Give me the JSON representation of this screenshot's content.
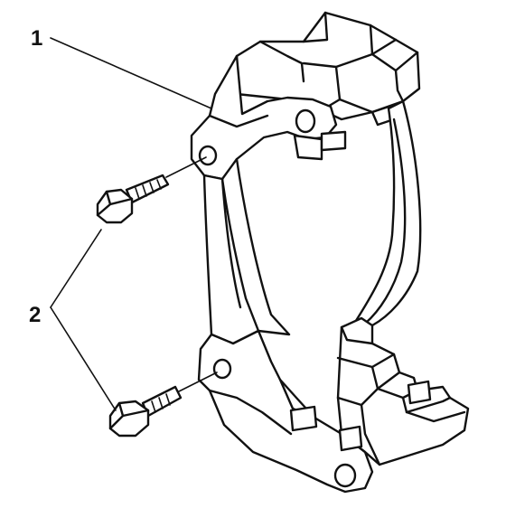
{
  "callouts": [
    {
      "number": "1",
      "part": "caliper-bracket"
    },
    {
      "number": "2",
      "part": "bracket-bolts"
    }
  ],
  "colors": {
    "ink": "#111111",
    "paper": "#ffffff"
  }
}
